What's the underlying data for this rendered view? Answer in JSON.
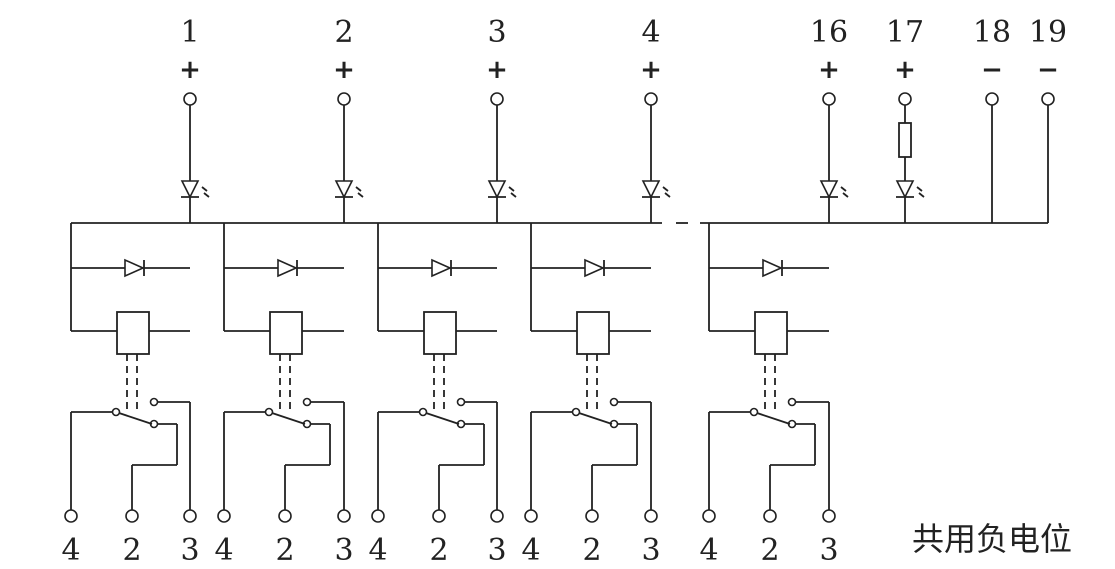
{
  "terminals_top": [
    {
      "label": "1",
      "polarity": "+"
    },
    {
      "label": "2",
      "polarity": "+"
    },
    {
      "label": "3",
      "polarity": "+"
    },
    {
      "label": "4",
      "polarity": "+"
    },
    {
      "label": "16",
      "polarity": "+"
    },
    {
      "label": "17",
      "polarity": "+"
    },
    {
      "label": "18",
      "polarity": "−"
    },
    {
      "label": "19",
      "polarity": "−"
    }
  ],
  "relay_outputs": [
    "4",
    "2",
    "3"
  ],
  "relay_count": 5,
  "note": "共用负电位"
}
